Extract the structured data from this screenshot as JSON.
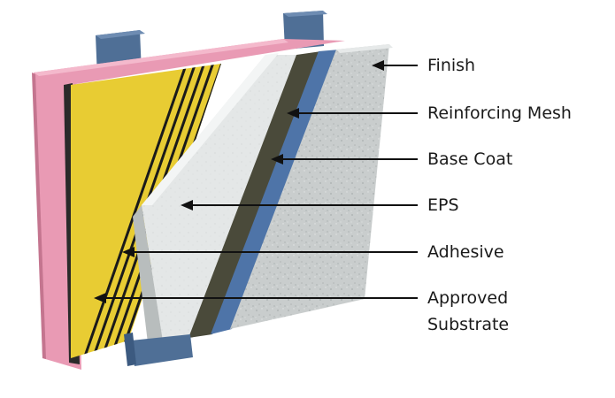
{
  "diagram": {
    "labels": [
      {
        "id": "finish",
        "text": "Finish"
      },
      {
        "id": "mesh",
        "text": "Reinforcing Mesh"
      },
      {
        "id": "basecoat",
        "text": "Base Coat"
      },
      {
        "id": "eps",
        "text": "EPS"
      },
      {
        "id": "adhesive",
        "text": "Adhesive"
      },
      {
        "id": "substrate",
        "lines": [
          "Approved",
          "Substrate"
        ]
      }
    ],
    "colors": {
      "stud": "#4f6f96",
      "sheathing_pink": "#e99ab4",
      "substrate_yellow": "#e8cc33",
      "adhesive_stripes": "#1a1a1a",
      "eps_white": "#e7eaea",
      "base_coat_dark": "#4a4a3a",
      "mesh_blue": "#4e74a8",
      "finish_gray": "#c8cccc",
      "leader": "#111111"
    }
  }
}
